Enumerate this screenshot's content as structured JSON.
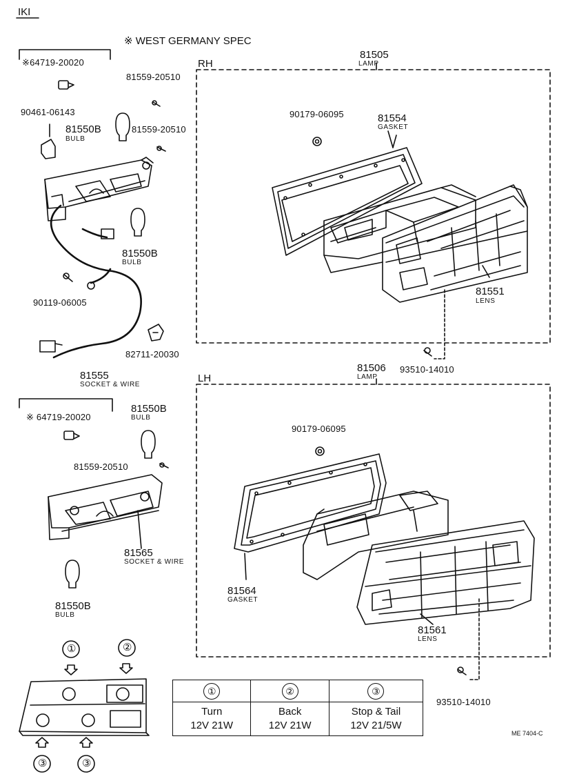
{
  "header": {
    "page_code": "IKI",
    "spec_note": "※ WEST GERMANY SPEC"
  },
  "rh_group": {
    "side_label": "RH",
    "lamp_number": "81505",
    "lamp_label": "LAMP",
    "parts": {
      "p64719": "※64719-20020",
      "p90461": "90461-06143",
      "p81559a": "81559-20510",
      "p81559b": "81559-20510",
      "p81550b_top": "81550B",
      "p81550b_top_label": "BULB",
      "p81550b_mid": "81550B",
      "p81550b_mid_label": "BULB",
      "p90119": "90119-06005",
      "p82711": "82711-20030",
      "p81555": "81555",
      "p81555_label": "SOCKET & WIRE",
      "p90179": "90179-06095",
      "p81554": "81554",
      "p81554_label": "GASKET",
      "p81551": "81551",
      "p81551_label": "LENS",
      "p93510": "93510-14010"
    }
  },
  "lh_group": {
    "side_label": "LH",
    "lamp_number": "81506",
    "lamp_label": "LAMP",
    "parts": {
      "p64719": "※ 64719-20020",
      "p81550b_top": "81550B",
      "p81550b_top_label": "BULB",
      "p81559": "81559-20510",
      "p81565": "81565",
      "p81565_label": "SOCKET & WIRE",
      "p81550b_bottom": "81550B",
      "p81550b_bottom_label": "BULB",
      "p90179": "90179-06095",
      "p81564": "81564",
      "p81564_label": "GASKET",
      "p81561": "81561",
      "p81561_label": "LENS",
      "p93510": "93510-14010"
    }
  },
  "position_key": {
    "markers": [
      "①",
      "②",
      "③",
      "③"
    ],
    "table": {
      "headers": [
        "①",
        "②",
        "③"
      ],
      "rows": [
        [
          "Turn",
          "Back",
          "Stop & Tail"
        ],
        [
          "12V 21W",
          "12V 21W",
          "12V 21/5W"
        ]
      ]
    }
  },
  "footer": {
    "drawing_code": "ME 7404-C"
  }
}
